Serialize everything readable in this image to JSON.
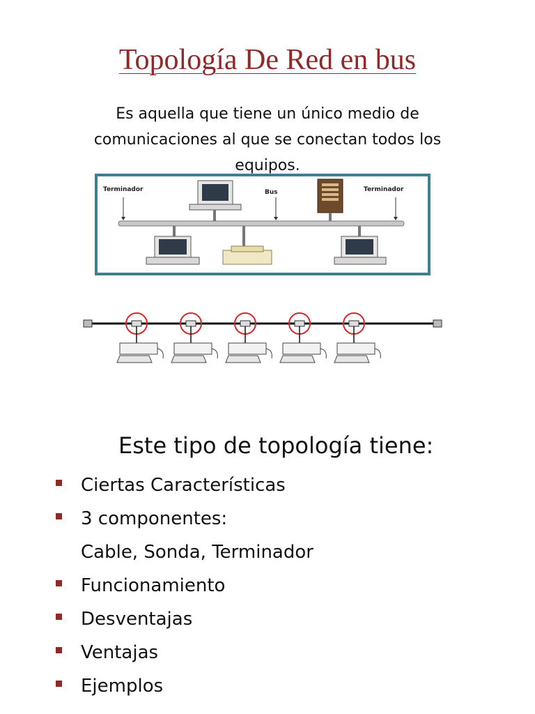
{
  "title": "Topología De Red en bus",
  "intro": "Es aquella que tiene un único medio de comunicaciones al que se conectan todos los equipos.",
  "diagram": {
    "label_left": "Terminador",
    "label_bus": "Bus",
    "label_right": "Terminador"
  },
  "subheading": "Este tipo de topología  tiene:",
  "bullets": [
    {
      "text": "Ciertas Características",
      "marker": true
    },
    {
      "text": "3 componentes:",
      "marker": true
    },
    {
      "text": "Cable, Sonda, Terminador",
      "marker": false
    },
    {
      "text": "Funcionamiento",
      "marker": true
    },
    {
      "text": "Desventajas",
      "marker": true
    },
    {
      "text": "Ventajas",
      "marker": true
    },
    {
      "text": "Ejemplos",
      "marker": true
    }
  ],
  "colors": {
    "title": "#8e2a2a",
    "frame": "#3f7f94",
    "bullet": "#8e2a2a",
    "tap_circle": "#d9262b"
  }
}
